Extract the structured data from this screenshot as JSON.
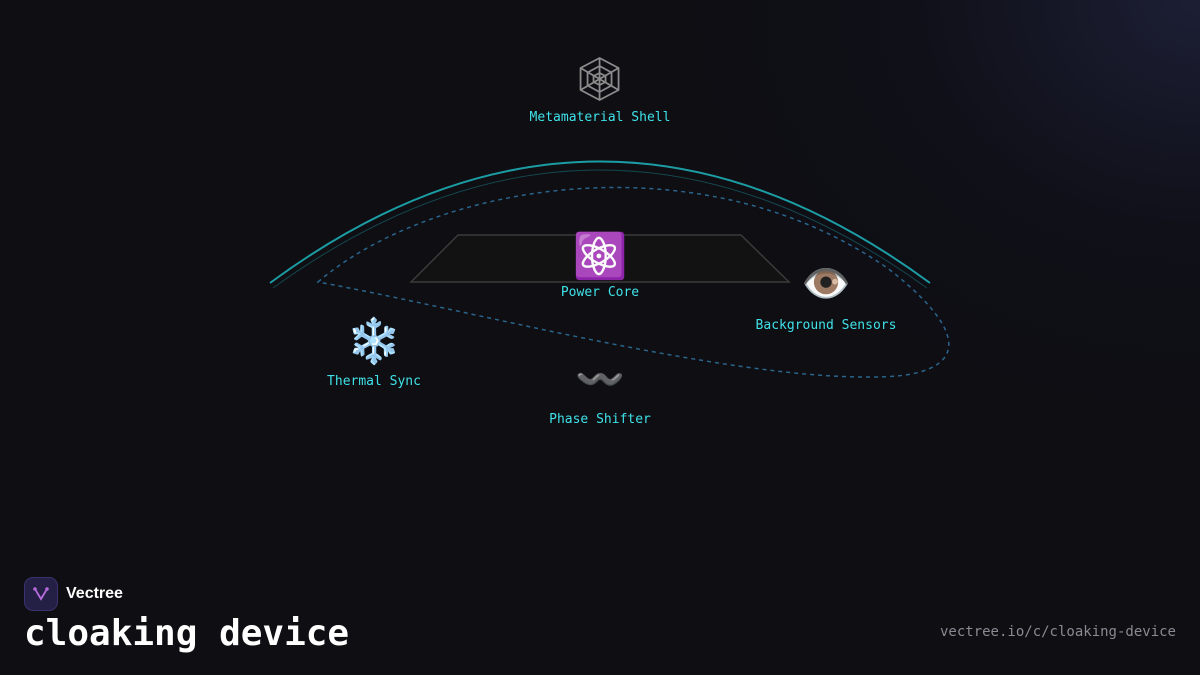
{
  "brand": {
    "name": "Vectree",
    "logo_icon": "vectree-logo-icon"
  },
  "title": "cloaking device",
  "url": "vectree.io/c/cloaking-device",
  "colors": {
    "background": "#0e0e13",
    "label": "#3fe2e8",
    "arc": "#1fb5bd",
    "dashed_orbit": "#2d6f9a",
    "platform_fill": "#121212",
    "platform_stroke": "#3a3a3a",
    "url_text": "#8a8a93"
  },
  "nodes": [
    {
      "id": "metamaterial-shell",
      "label": "Metamaterial Shell",
      "icon": "web-icon",
      "glyph": "🕸"
    },
    {
      "id": "power-core",
      "label": "Power Core",
      "icon": "atom-icon",
      "glyph": "⚛️"
    },
    {
      "id": "background-sensors",
      "label": "Background Sensors",
      "icon": "eye-icon",
      "glyph": "👁️"
    },
    {
      "id": "thermal-sync",
      "label": "Thermal Sync",
      "icon": "snowflake-icon",
      "glyph": "❄️"
    },
    {
      "id": "phase-shifter",
      "label": "Phase Shifter",
      "icon": "wavy-dash-icon",
      "glyph": "〰️"
    }
  ]
}
